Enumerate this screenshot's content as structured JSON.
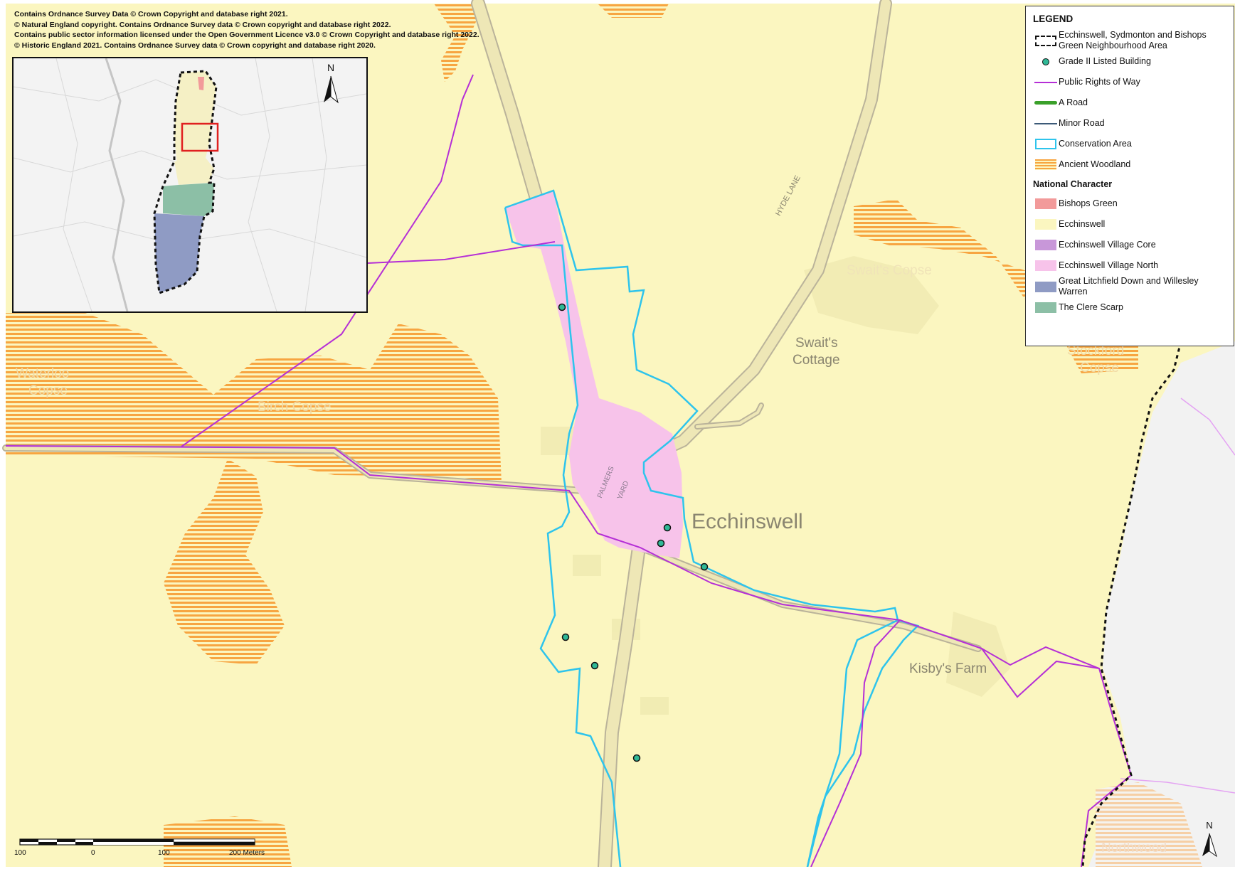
{
  "credits": [
    "Contains Ordnance Survey Data © Crown Copyright and database right 2021.",
    "© Natural England copyright. Contains Ordnance Survey data © Crown copyright and database right 2022.",
    "Contains public sector information licensed under the Open Government Licence v3.0 © Crown Copyright and database right 2022.",
    "© Historic England 2021. Contains Ordnance Survey data © Crown copyright and database right 2020."
  ],
  "legend": {
    "title": "LEGEND",
    "items": [
      {
        "label": "Ecchinswell, Sydmonton and Bishops Green Neighbourhood Area",
        "symbol": "dashed-boundary"
      },
      {
        "label": "Grade II Listed Building",
        "symbol": "point",
        "color": "#2fb896"
      },
      {
        "label": "Public Rights of Way",
        "symbol": "line",
        "color": "#b52fd6"
      },
      {
        "label": "A Road",
        "symbol": "line",
        "color": "#3aa02a"
      },
      {
        "label": "Minor Road",
        "symbol": "line",
        "color": "#3c5a78"
      },
      {
        "label": "Conservation Area",
        "symbol": "outline",
        "color": "#2ec4ec"
      },
      {
        "label": "Ancient Woodland",
        "symbol": "hatch",
        "color": "#f7a541"
      }
    ],
    "section_title": "National Character",
    "character_areas": [
      {
        "label": "Bishops Green",
        "color": "#f29a9a"
      },
      {
        "label": "Ecchinswell",
        "color": "#fbf6c0"
      },
      {
        "label": "Ecchinswell Village Core",
        "color": "#c897d9"
      },
      {
        "label": "Ecchinswell Village North",
        "color": "#f7c3ea"
      },
      {
        "label": "Great Litchfield Down and Willesley Warren",
        "color": "#8f9bc4"
      },
      {
        "label": "The Clere Scarp",
        "color": "#8cbfa6"
      }
    ]
  },
  "map_labels": {
    "village": "Ecchinswell",
    "swaits_cottage_1": "Swait's",
    "swaits_cottage_2": "Cottage",
    "kisbys_farm": "Kisby's Farm",
    "hyde_lane": "HYDE LANE",
    "palmers_1": "PALMERS",
    "palmers_2": "YARD",
    "birch_copse": "Birch Copse",
    "swaits_copse": "Swait's Copse",
    "waterloo_1": "Waterloo",
    "waterloo_2": "Copse",
    "stockford_1": "Stockford",
    "stockford_2": "Copse",
    "northwood": "Northwood"
  },
  "north_arrow": "N",
  "inset_north_arrow": "N",
  "scale_bar": {
    "labels": [
      "100",
      "0",
      "100",
      "200 Meters"
    ]
  },
  "colors": {
    "background": "#fbf6c0",
    "woodland": "#f7a541",
    "village_north": "#f7c3ea",
    "conservation": "#2ec4ec",
    "prow": "#b52fd6",
    "road": "#e8e1b0",
    "road_edge": "#bab39a",
    "listed": "#2fb896"
  }
}
